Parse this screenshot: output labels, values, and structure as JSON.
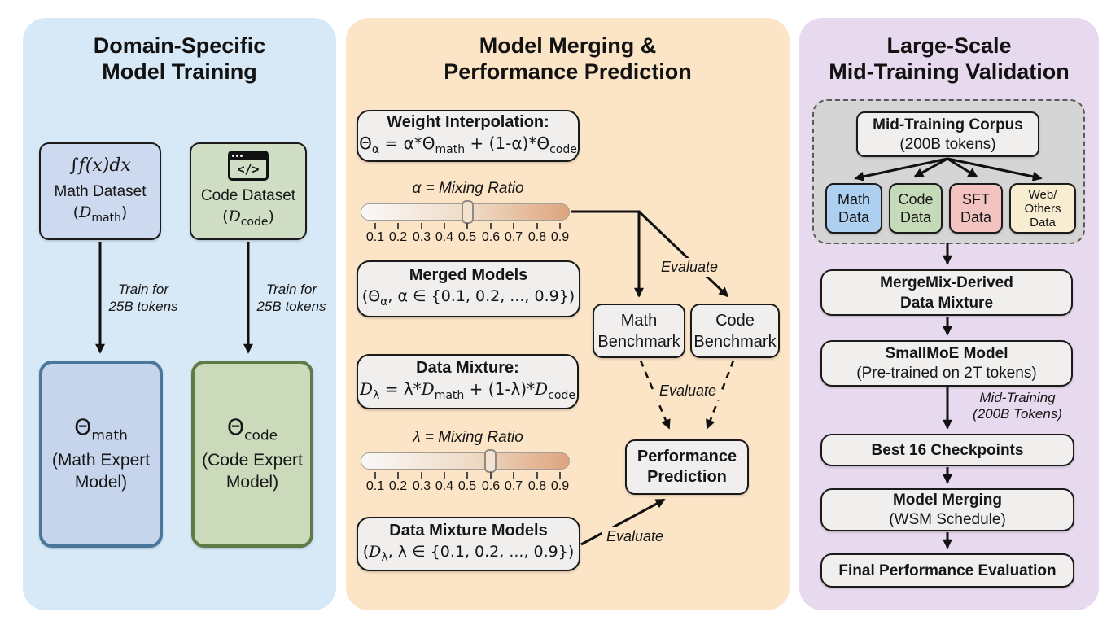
{
  "colors": {
    "panel_left_bg": "#d7e9f7",
    "panel_mid_bg": "#fce4c6",
    "panel_right_bg": "#e7d9ee",
    "box_bg": "#f0efee",
    "box_border": "#1a1a1a",
    "math_dataset_bg": "#cdd9ee",
    "code_dataset_bg": "#cfdec5",
    "math_expert_bg": "#c7d5ec",
    "math_expert_border": "#49779c",
    "code_expert_bg": "#cadabb",
    "code_expert_border": "#5c7b46",
    "slider_gradient_start": "#faf9f8",
    "slider_gradient_end": "#dfa47e",
    "dashed_container_bg": "#d5d5d5",
    "data_math_bg": "#aed0f0",
    "data_code_bg": "#c4dab8",
    "data_sft_bg": "#f3c3c1",
    "data_web_bg": "#f8edd1"
  },
  "panels": {
    "left": {
      "title_lines": [
        "Domain-Specific",
        "Model Training"
      ],
      "math_dataset": {
        "formula": "∫f(x)dx",
        "label": "Math Dataset",
        "paren": [
          "(",
          "D",
          "math",
          ")"
        ]
      },
      "code_dataset": {
        "glyph": "</>",
        "label": "Code Dataset",
        "paren": [
          "(",
          "D",
          "code",
          ")"
        ]
      },
      "train_math": {
        "lines": [
          "Train for",
          "25B tokens"
        ]
      },
      "train_code": {
        "lines": [
          "Train for",
          "25B tokens"
        ]
      },
      "math_expert": {
        "theta": "Θ",
        "theta_sub": "math",
        "lines": [
          "(Math Expert",
          "Model)"
        ]
      },
      "code_expert": {
        "theta": "Θ",
        "theta_sub": "code",
        "lines": [
          "(Code Expert",
          "Model)"
        ]
      }
    },
    "middle": {
      "title_lines": [
        "Model Merging &",
        "Performance Prediction"
      ],
      "weight_interpolation": {
        "heading": "Weight Interpolation:",
        "formula": [
          "Θ",
          "α",
          " = α*Θ",
          "math",
          " + (1-α)*Θ",
          "code"
        ]
      },
      "alpha_slider": {
        "label": "α = Mixing Ratio",
        "value": "0.5",
        "ticks": [
          "0.1",
          "0.2",
          "0.3",
          "0.4",
          "0.5",
          "0.6",
          "0.7",
          "0.8",
          "0.9"
        ]
      },
      "merged_models": {
        "heading": "Merged Models",
        "formula": [
          "(Θ",
          "α",
          ", α ∈ {0.1, 0.2, ..., 0.9})"
        ]
      },
      "evaluate_top": "Evaluate",
      "evaluate_mid": "Evaluate",
      "evaluate_bottom": "Evaluate",
      "math_benchmark": {
        "lines": [
          "Math",
          "Benchmark"
        ]
      },
      "code_benchmark": {
        "lines": [
          "Code",
          "Benchmark"
        ]
      },
      "data_mixture": {
        "heading": "Data Mixture:",
        "formula": [
          "D",
          "λ",
          " = λ*",
          "D",
          "math",
          " + (1-λ)*",
          "D",
          "code"
        ]
      },
      "lambda_slider": {
        "label": "λ = Mixing Ratio",
        "value": "0.6",
        "ticks": [
          "0.1",
          "0.2",
          "0.3",
          "0.4",
          "0.5",
          "0.6",
          "0.7",
          "0.8",
          "0.9"
        ]
      },
      "data_mixture_models": {
        "heading": "Data Mixture Models",
        "formula": [
          "(",
          "D",
          "λ",
          ", λ ∈ {0.1, 0.2, ..., 0.9})"
        ]
      },
      "performance_prediction": {
        "lines": [
          "Performance",
          "Prediction"
        ]
      }
    },
    "right": {
      "title_lines": [
        "Large-Scale",
        "Mid-Training Validation"
      ],
      "corpus": {
        "heading": "Mid-Training Corpus",
        "sub": "(200B tokens)"
      },
      "data_boxes": {
        "math": {
          "lines": [
            "Math",
            "Data"
          ]
        },
        "code": {
          "lines": [
            "Code",
            "Data"
          ]
        },
        "sft": {
          "lines": [
            "SFT",
            "Data"
          ]
        },
        "web": {
          "lines": [
            "Web/",
            "Others",
            "Data"
          ]
        }
      },
      "mergemix": {
        "lines": [
          "MergeMix-Derived",
          "Data Mixture"
        ]
      },
      "smallmoe": {
        "heading": "SmallMoE Model",
        "sub": "(Pre-trained on 2T tokens)"
      },
      "midtraining_label": {
        "lines": [
          "Mid-Training",
          "(200B Tokens)"
        ]
      },
      "best_checkpoints": "Best 16 Checkpoints",
      "model_merging": {
        "heading": "Model Merging",
        "sub": "(WSM Schedule)"
      },
      "final_eval": "Final Performance Evaluation"
    }
  }
}
